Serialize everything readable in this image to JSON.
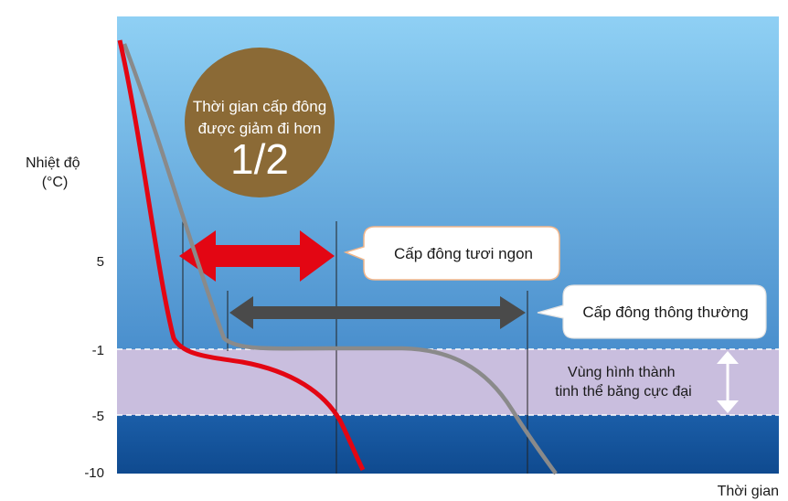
{
  "chart_data": {
    "type": "line",
    "ylabel": "Nhiệt độ\n(°C)",
    "xlabel": "Thời gian",
    "yticks": [
      "5",
      "-1",
      "-5",
      "-10"
    ],
    "band_label": "Vùng hình thành\ntinh thể băng cực đại",
    "band_range": [
      -5,
      -1
    ],
    "badge": {
      "line1": "Thời gian cấp đông",
      "line2": "được giảm đi hơn",
      "value": "1/2"
    },
    "callouts": {
      "fast": "Cấp đông tươi ngon",
      "normal": "Cấp đông thông thường"
    },
    "series": [
      {
        "color": "#e30613"
      },
      {
        "color": "#8a8a8a"
      }
    ],
    "colors": {
      "sky_top": "#8fd0f4",
      "sky_bottom": "#3d7fc2",
      "band": "#c9bede",
      "deep_top": "#1b5ea8",
      "deep_bottom": "#0f4a8f",
      "badge": "#8b6a36",
      "fast_arrow": "#e30613",
      "normal_arrow": "#4a4a4a",
      "callout_border": "#f2b78c"
    }
  }
}
